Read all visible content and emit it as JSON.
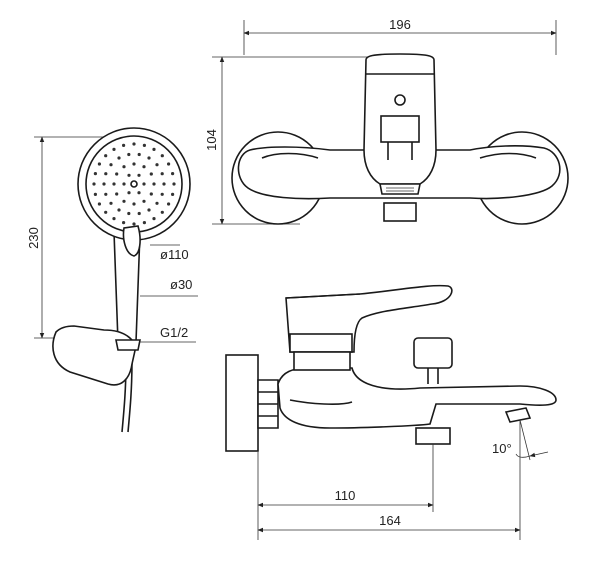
{
  "dimensions": {
    "top_width": "196",
    "top_height": "104",
    "shower_length": "230",
    "head_diameter": "ø110",
    "handle_diameter": "ø30",
    "thread": "G1/2",
    "outlet_angle": "10°",
    "inlet_to_spout": "110",
    "total_projection": "164"
  },
  "colors": {
    "line": "#1a1a1a",
    "background": "#ffffff"
  }
}
